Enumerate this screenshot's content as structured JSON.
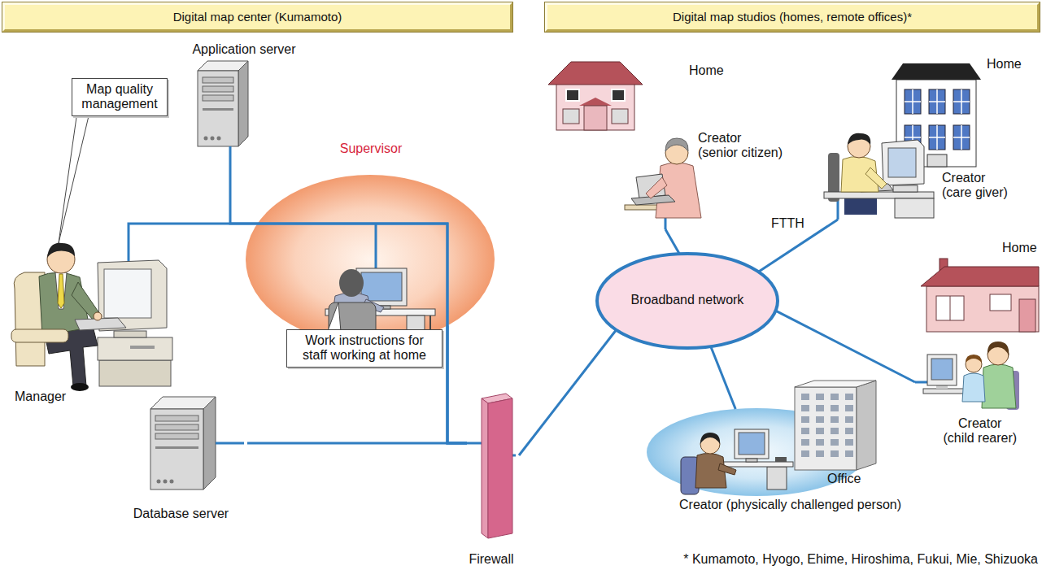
{
  "diagram": {
    "nodes": [
      {
        "text": [
          "Digital map center (Kumamoto)"
        ]
      },
      {
        "text": [
          "Digital map studios (homes, remote offices)*"
        ]
      },
      {
        "text": [
          "Application server"
        ]
      },
      {
        "text": [
          "Map quality management"
        ]
      },
      {
        "text": [
          "Manager"
        ]
      },
      {
        "text": [
          "Supervisor"
        ]
      },
      {
        "text": [
          "Work instructions for staff working at home"
        ]
      },
      {
        "text": [
          "Database server"
        ]
      },
      {
        "text": [
          "Firewall"
        ]
      },
      {
        "text": [
          "Broadband network"
        ]
      },
      {
        "text": [
          "Home",
          "Creator (senior citizen)"
        ]
      },
      {
        "text": [
          "Home",
          "Creator (care giver)"
        ]
      },
      {
        "text": [
          "Home",
          "Creator (child rearer)"
        ]
      },
      {
        "text": [
          "Office",
          "Creator (physically challenged person)"
        ]
      }
    ],
    "edges": [
      {
        "from": 2,
        "to": 8,
        "arrow": "none"
      },
      {
        "from": 4,
        "to": 8,
        "arrow": "none"
      },
      {
        "from": 5,
        "to": 8,
        "arrow": "none"
      },
      {
        "from": 7,
        "to": 8,
        "arrow": "none"
      },
      {
        "from": 8,
        "to": 9,
        "arrow": "none"
      },
      {
        "from": 9,
        "to": 10,
        "arrow": "none"
      },
      {
        "from": 9,
        "to": 11,
        "arrow": "none",
        "label": "FTTH"
      },
      {
        "from": 9,
        "to": 12,
        "arrow": "none"
      },
      {
        "from": 9,
        "to": 13,
        "arrow": "none"
      }
    ],
    "labels": [
      "* Kumamoto, Hyogo, Ehime, Hiroshima, Fukui, Mie, Shizuoka"
    ]
  }
}
